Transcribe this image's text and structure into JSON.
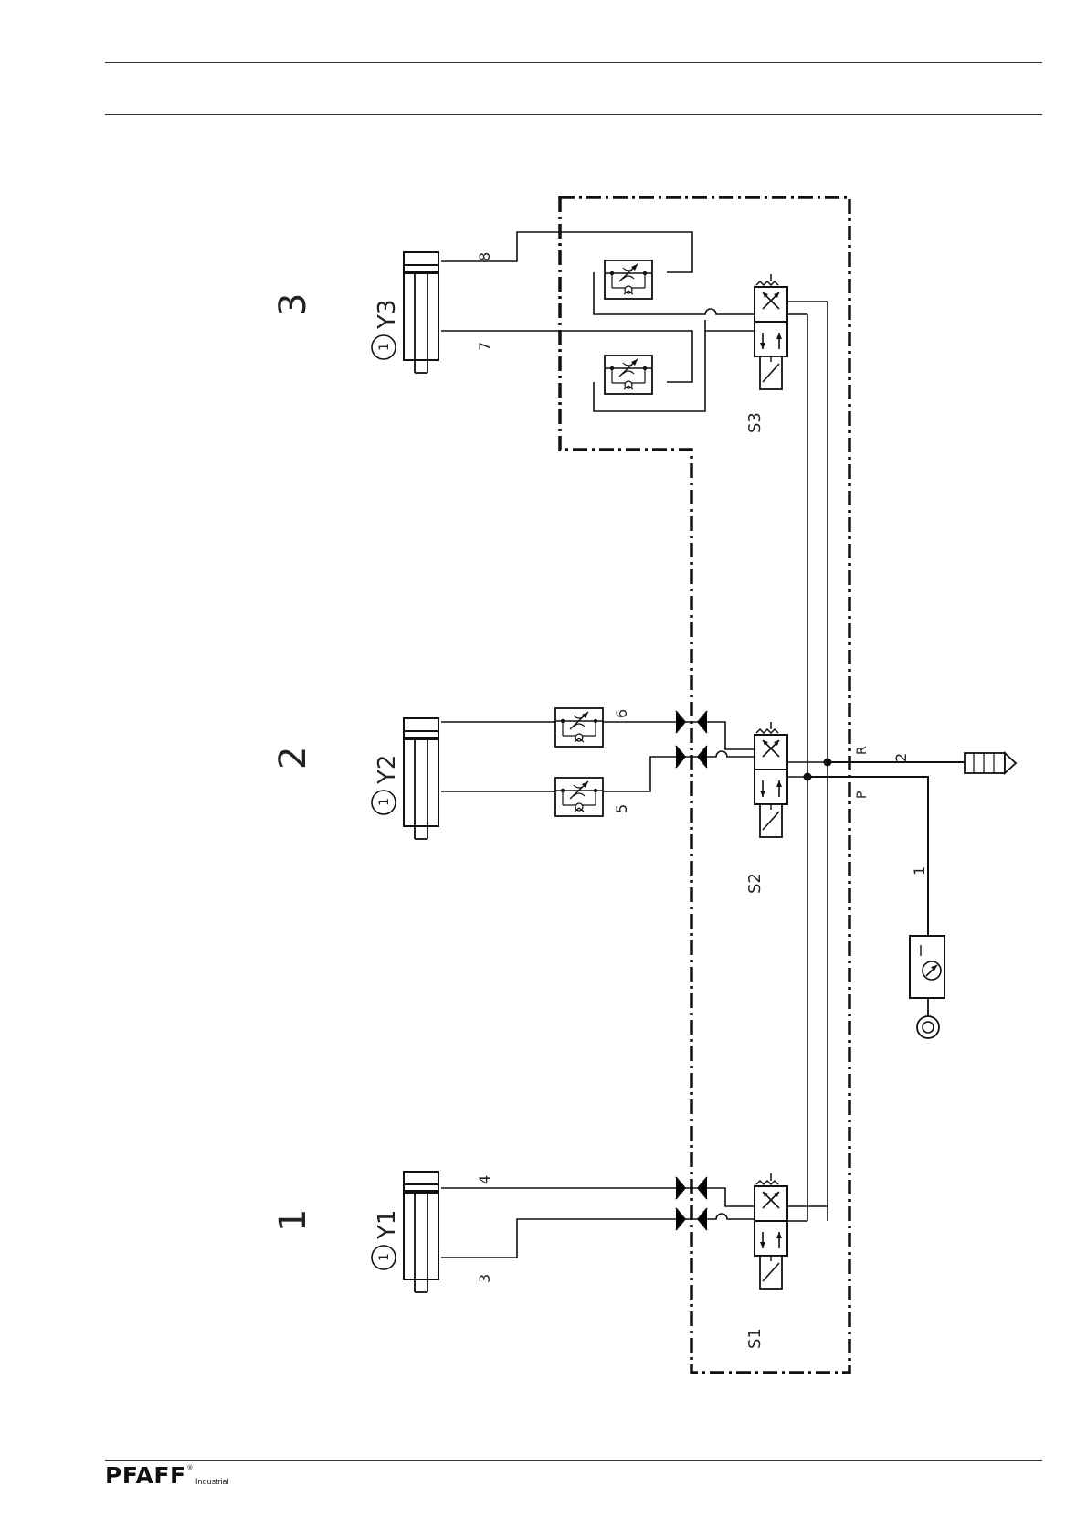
{
  "diagram": {
    "groups": [
      {
        "number": "1",
        "cylinder": "Y1",
        "circle": "1",
        "valve": "S1",
        "lines": [
          "3",
          "4"
        ]
      },
      {
        "number": "2",
        "cylinder": "Y2",
        "circle": "1",
        "valve": "S2",
        "lines": [
          "5",
          "6"
        ]
      },
      {
        "number": "3",
        "cylinder": "Y3",
        "circle": "1",
        "valve": "S3",
        "lines": [
          "7",
          "8"
        ]
      }
    ],
    "supply": {
      "pressure_port": "P",
      "return_port": "R",
      "supply_line": "1",
      "exhaust_line": "2"
    }
  },
  "footer": {
    "brand": "PFAFF",
    "registered": "®",
    "division": "Industrial"
  }
}
